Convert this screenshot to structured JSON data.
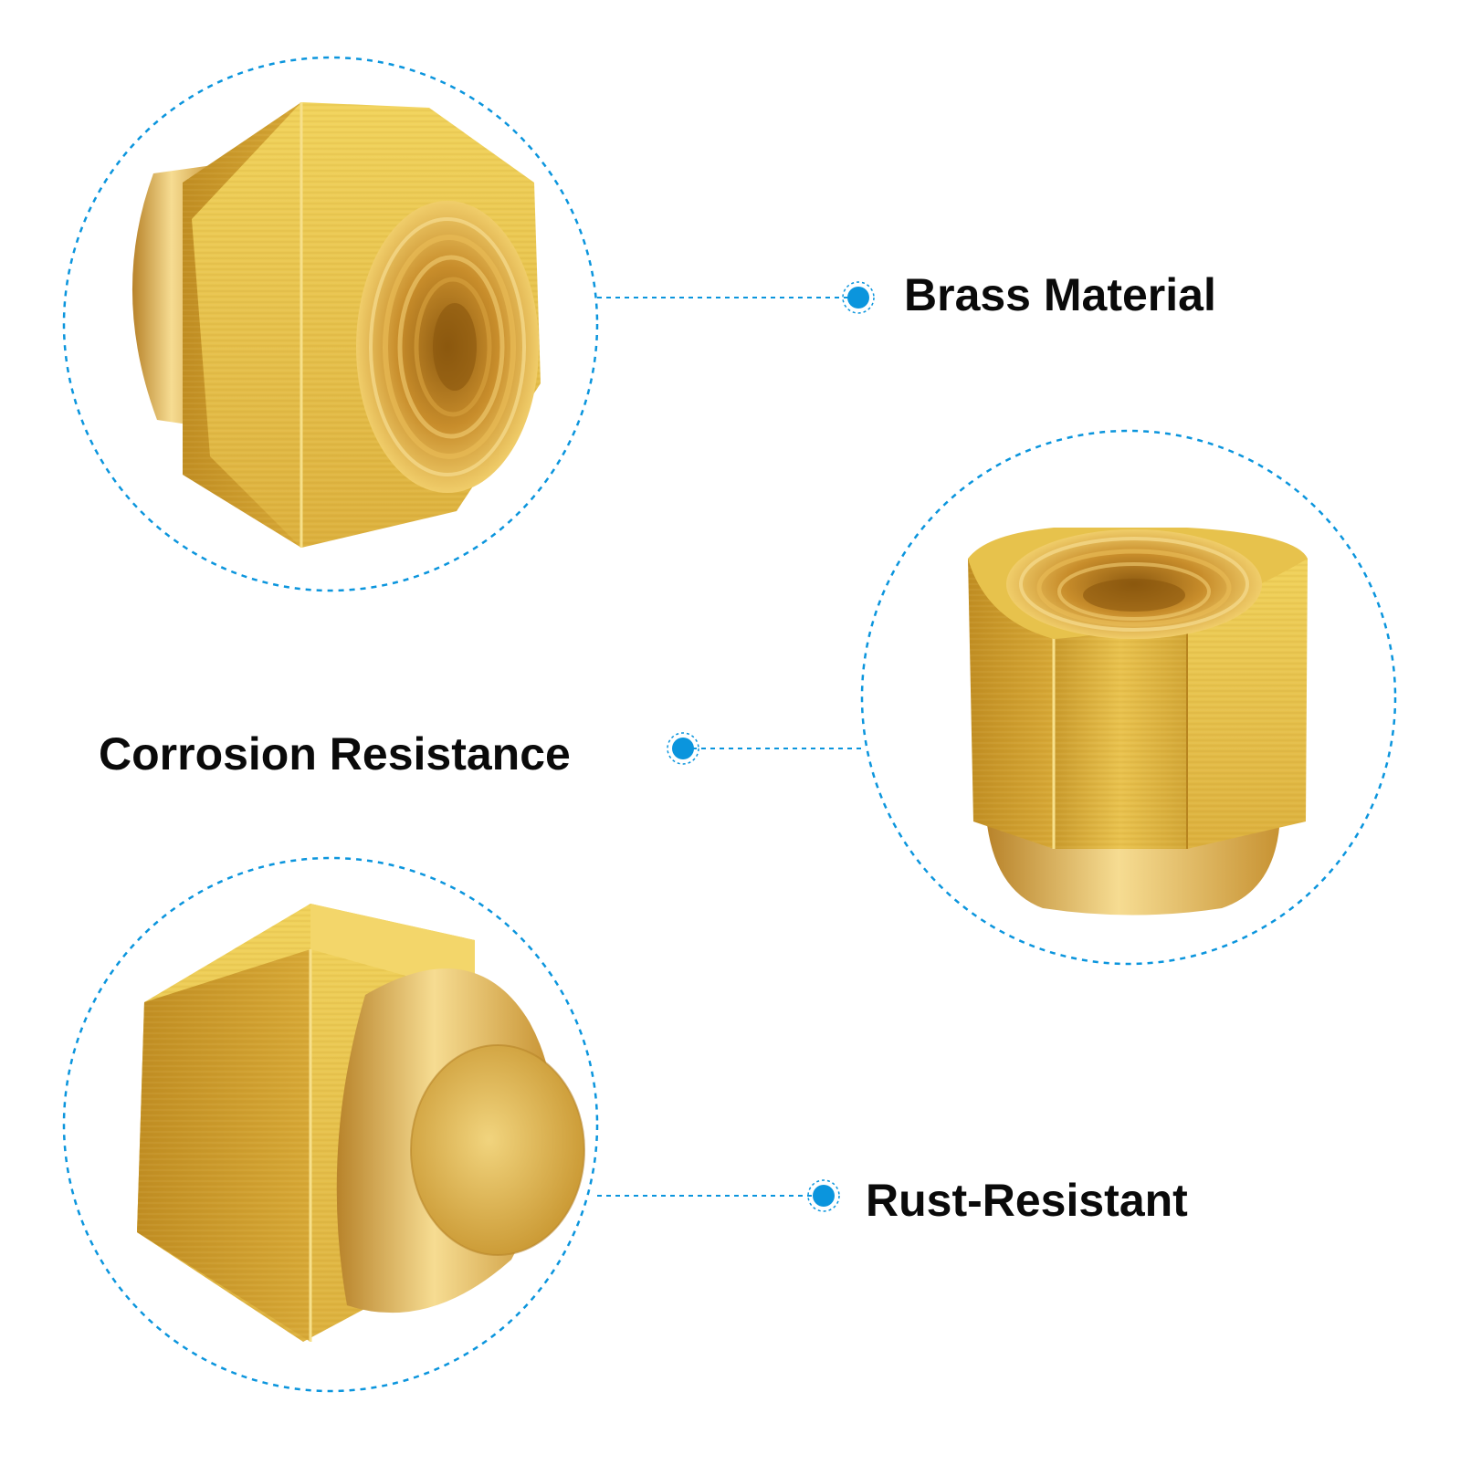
{
  "features": [
    {
      "id": "brass",
      "label": "Brass Material"
    },
    {
      "id": "corrosion",
      "label": "Corrosion Resistance"
    },
    {
      "id": "rust",
      "label": "Rust-Resistant"
    }
  ],
  "colors": {
    "accent_blue": "#0b95dd",
    "brass_light": "#f3d86a",
    "brass_mid": "#d9a93a",
    "brass_dark": "#a97416",
    "text": "#0a0a0a",
    "background": "#ffffff"
  }
}
